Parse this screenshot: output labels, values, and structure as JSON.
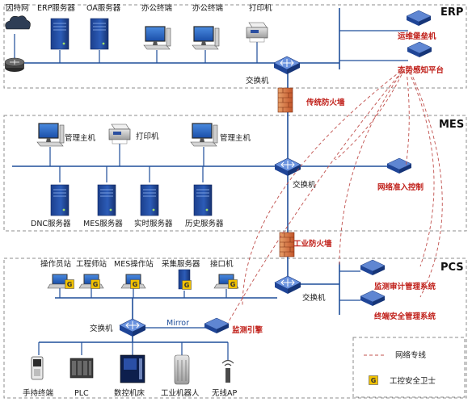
{
  "zones": {
    "erp": "ERP",
    "mes": "MES",
    "pcs": "PCS"
  },
  "erp": {
    "devices": [
      "因特网",
      "ERP服务器",
      "OA服务器",
      "办公终端",
      "办公终端",
      "打印机"
    ],
    "switch": "交换机",
    "right": [
      "运维堡垒机",
      "态势感知平台"
    ]
  },
  "fw1": "传统防火墙",
  "mes": {
    "top": [
      "管理主机",
      "打印机",
      "管理主机"
    ],
    "switch": "交换机",
    "right": "网络准入控制",
    "servers": [
      "DNC服务器",
      "MES服务器",
      "实时服务器",
      "历史服务器"
    ]
  },
  "fw2": "工业防火墙",
  "pcs": {
    "top": [
      "操作员站",
      "工程师站",
      "MES操作站",
      "采集服务器",
      "接口机"
    ],
    "switch": "交换机",
    "switch2": "交换机",
    "mirror": "Mirror",
    "probe": "监测引擎",
    "right": [
      "监测审计管理系统",
      "终端安全管理系统"
    ],
    "bottom": [
      "手持终端",
      "PLC",
      "数控机床",
      "工业机器人",
      "无线AP"
    ]
  },
  "legend": {
    "line": "网络专线",
    "guard": "工控安全卫士",
    "guard_glyph": "G"
  },
  "colors": {
    "accent": "#1f4e9a",
    "alert": "#c0201a",
    "guard": "#f2c200"
  }
}
